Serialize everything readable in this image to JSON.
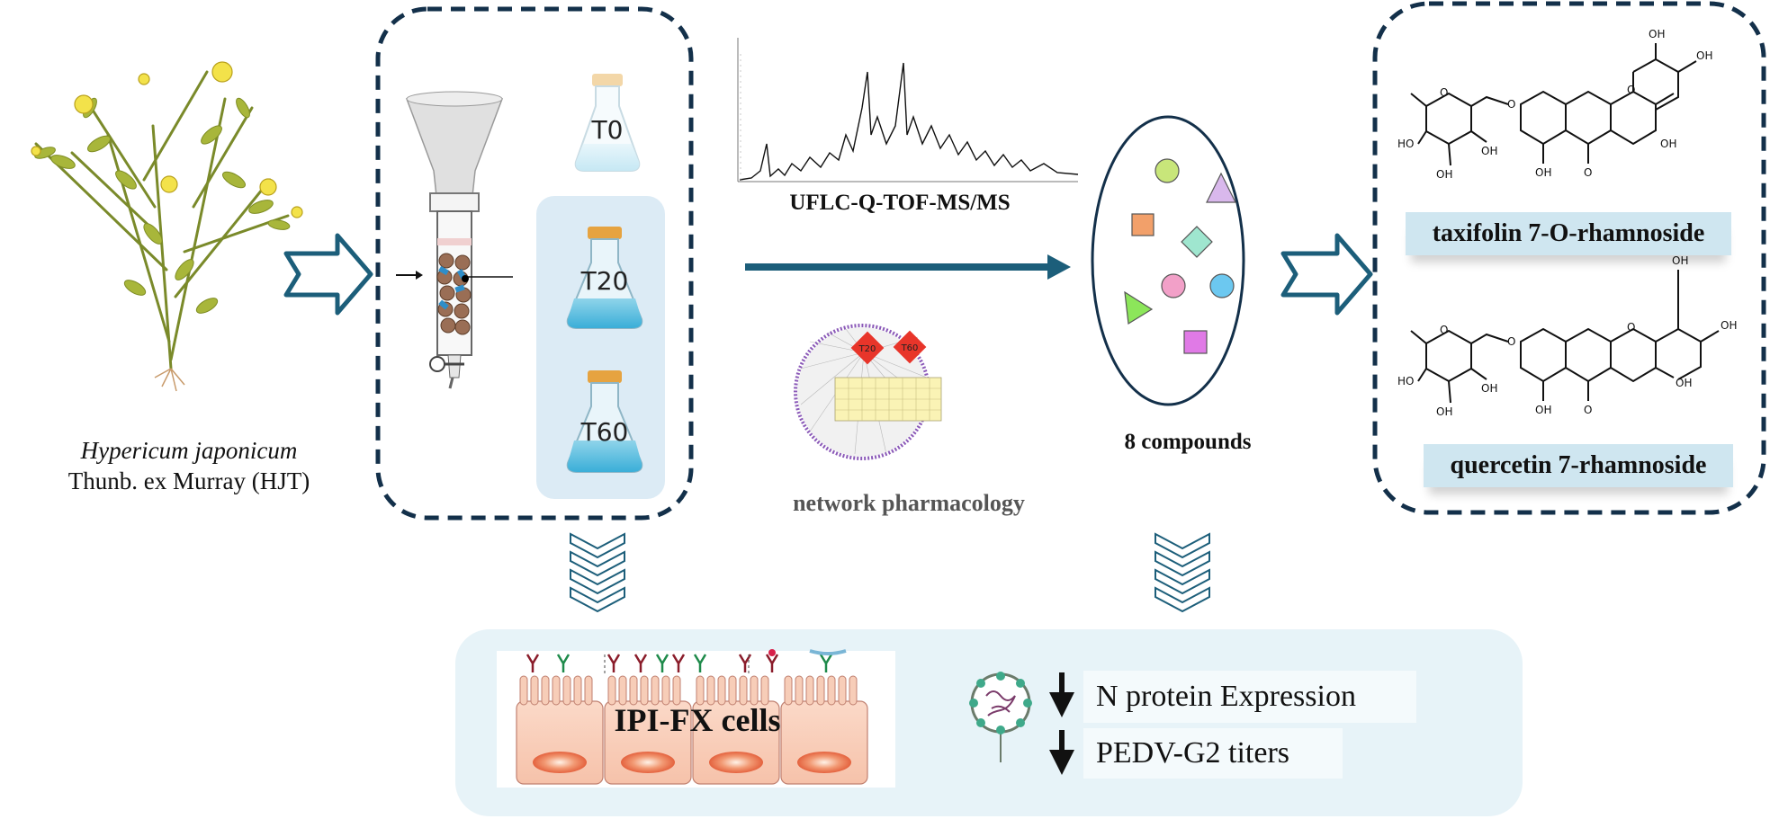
{
  "plant": {
    "name_italic": "Hypericum japonicum",
    "authority": "Thunb. ex Murray (HJT)"
  },
  "extraction": {
    "flasks": [
      "T0",
      "T20",
      "T60"
    ]
  },
  "analysis": {
    "method_label": "UFLC-Q-TOF-MS/MS",
    "network_label": "network pharmacology",
    "network_nodes": [
      "T20",
      "T60"
    ]
  },
  "compounds": {
    "count_label": "8 compounds",
    "shape_colors": [
      "#c8e67a",
      "#d9b8ec",
      "#f2a06a",
      "#9fe6cf",
      "#f2a0c8",
      "#6cc8f0",
      "#8ce65a",
      "#e07ae6"
    ]
  },
  "identified": {
    "compound1": "taxifolin 7-O-rhamnoside",
    "compound2": "quercetin 7-rhamnoside"
  },
  "assay": {
    "cell_label": "IPI-FX cells",
    "result1": "N protein Expression",
    "result2": "PEDV-G2 titers"
  },
  "colors": {
    "dark_navy": "#13304a",
    "teal_arrow": "#1c5e7a",
    "panel_bg": "#e7f3f8",
    "flask_panel": "#dcebf5"
  }
}
